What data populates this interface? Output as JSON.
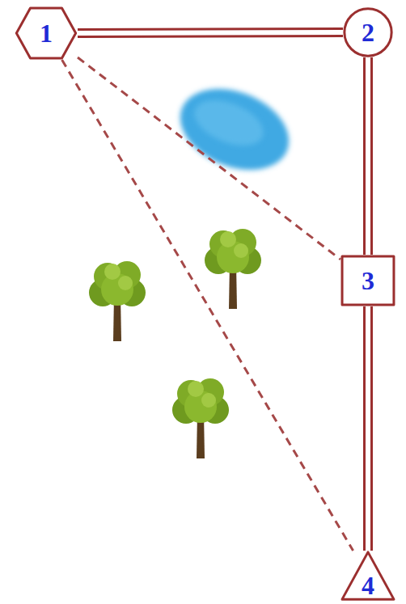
{
  "diagram": {
    "nodes": [
      {
        "text": [
          "1"
        ]
      },
      {
        "text": [
          "2"
        ]
      },
      {
        "text": [
          "3"
        ]
      },
      {
        "text": [
          "4"
        ]
      }
    ],
    "edges": [
      {
        "from": 0,
        "to": 1,
        "arrow": "none"
      },
      {
        "from": 1,
        "to": 2,
        "arrow": "none"
      },
      {
        "from": 2,
        "to": 3,
        "arrow": "none"
      },
      {
        "from": 0,
        "to": 2,
        "arrow": "none"
      },
      {
        "from": 0,
        "to": 3,
        "arrow": "none"
      }
    ]
  }
}
